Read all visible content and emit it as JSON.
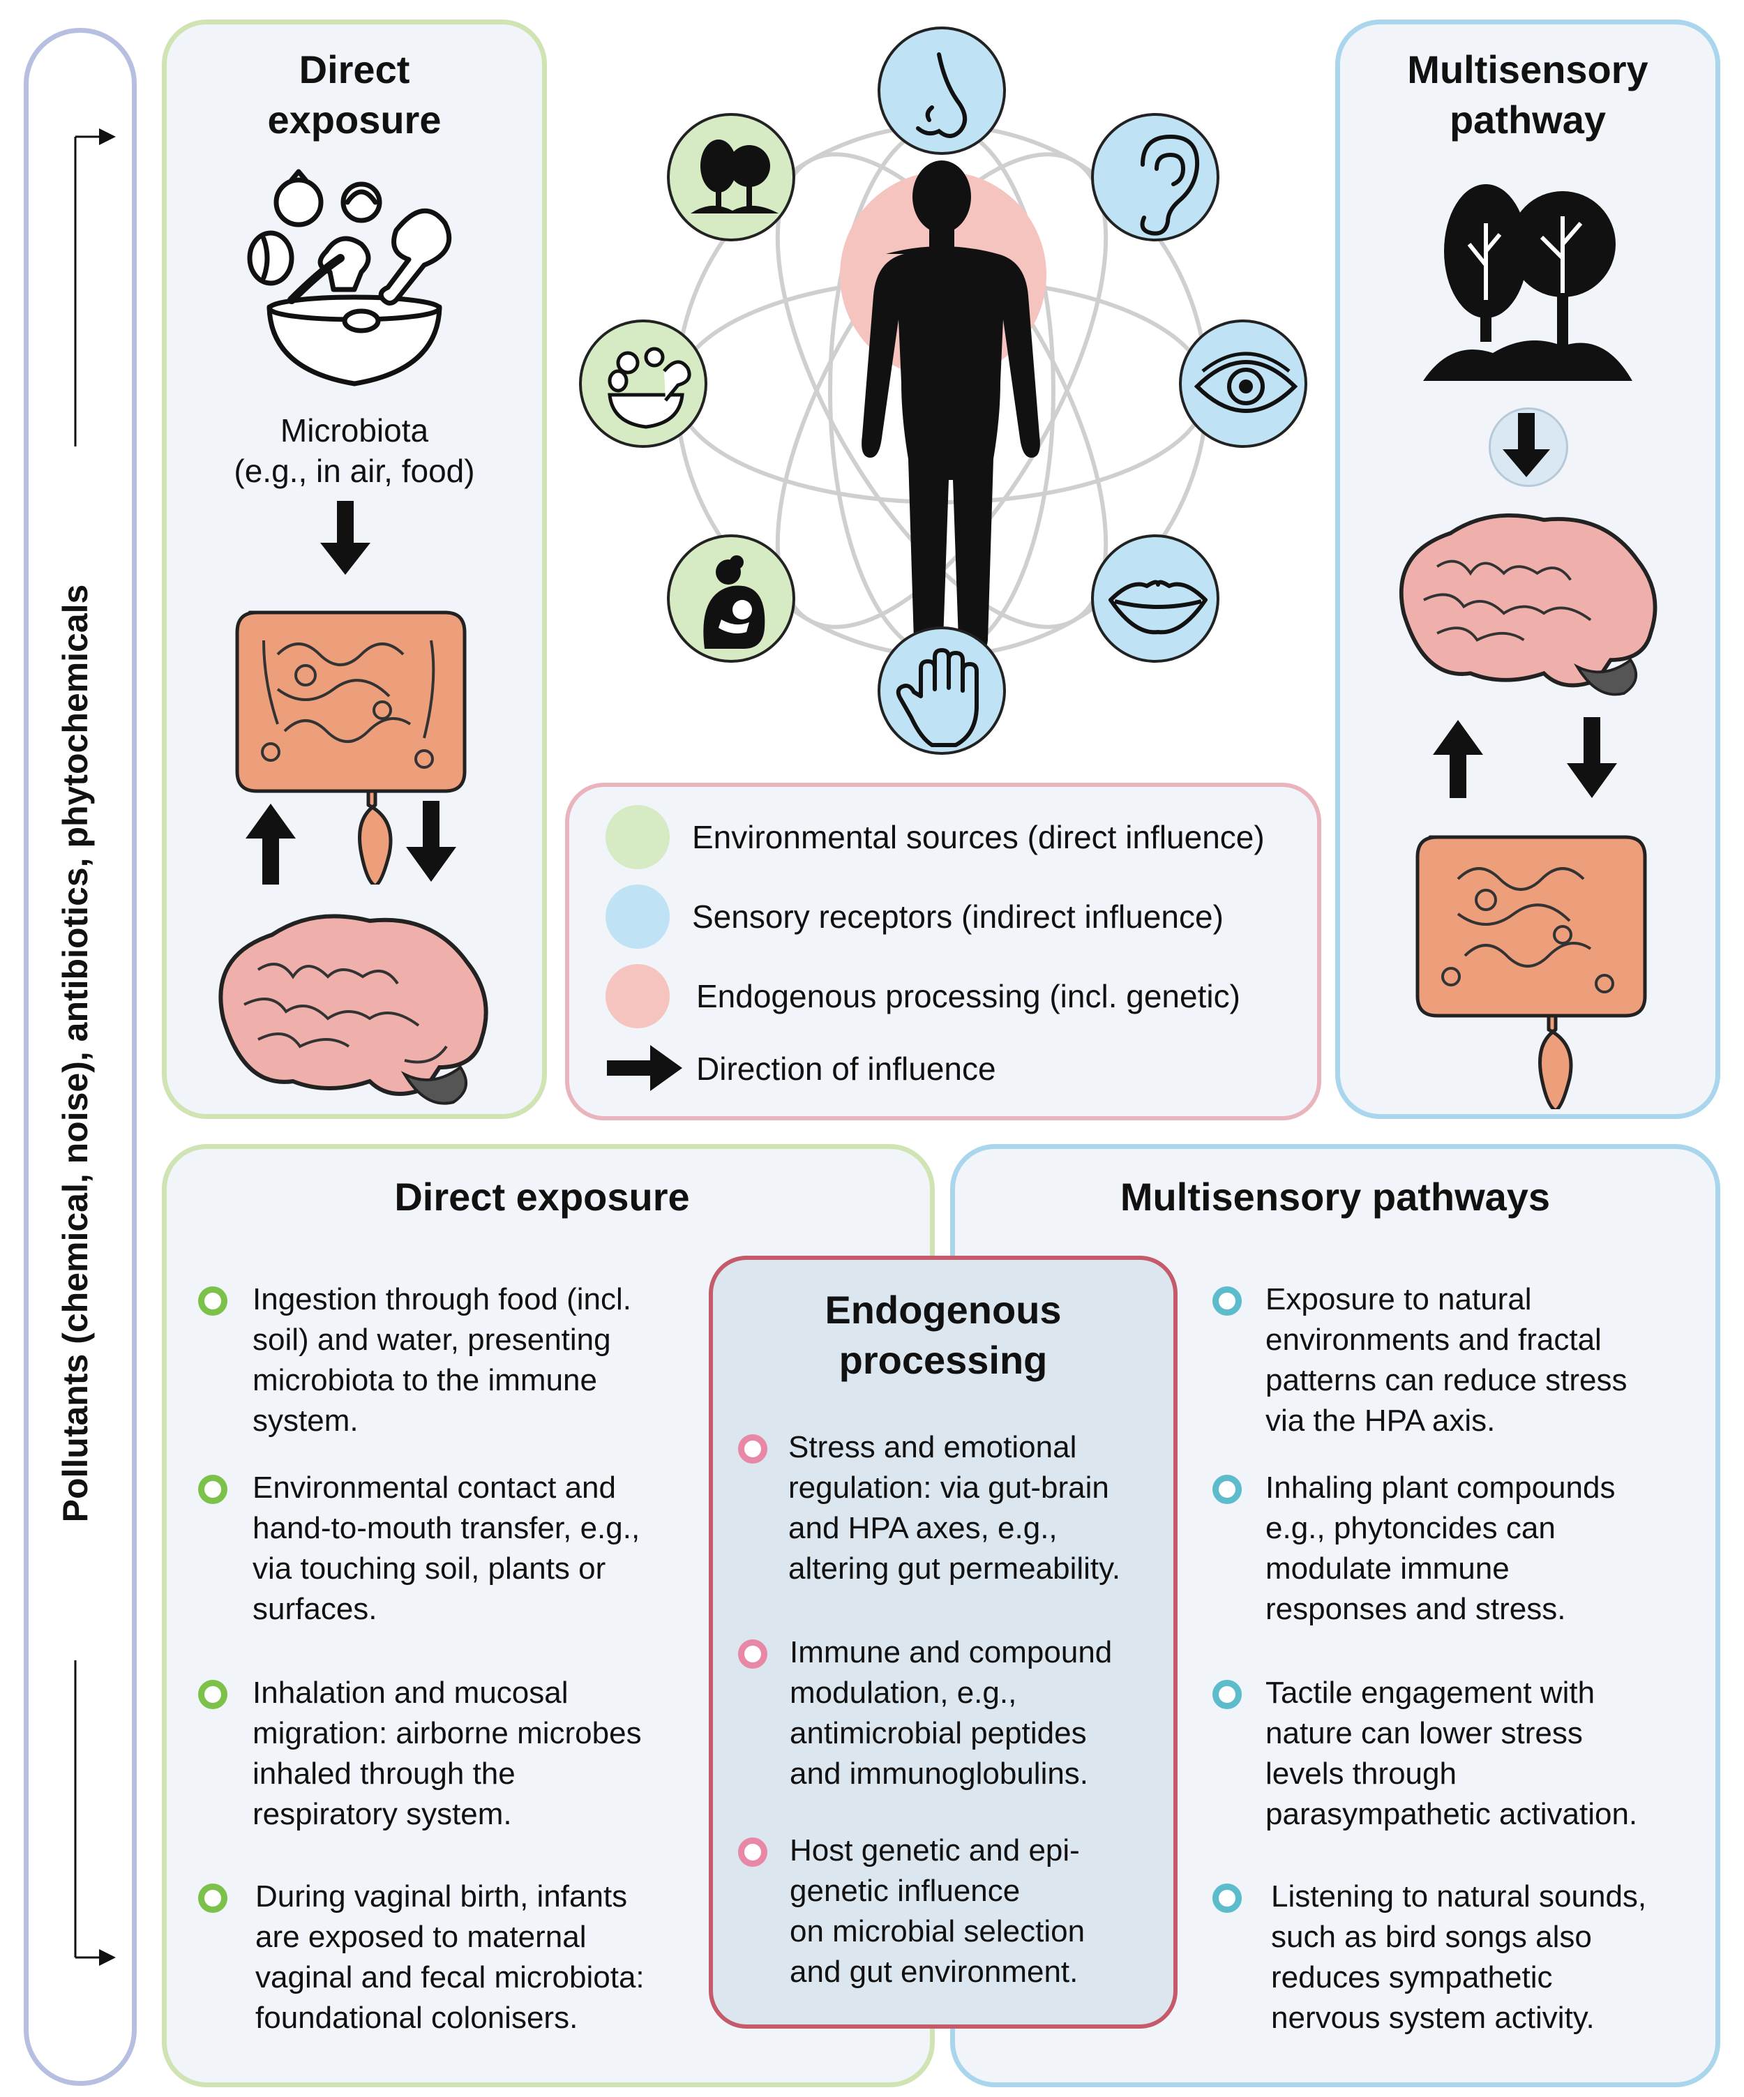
{
  "side_label": "Pollutants (chemical, noise), antibiotics, phytochemicals",
  "top_left": {
    "title": "Direct\nexposure",
    "caption": "Microbiota\n(e.g., in air, food)"
  },
  "top_right": {
    "title": "Multisensory\npathway"
  },
  "legend": {
    "items": [
      {
        "label": "Environmental sources (direct influence)",
        "color": "#d6ebc4"
      },
      {
        "label": "Sensory receptors (indirect influence)",
        "color": "#bfe2f4"
      },
      {
        "label": "Endogenous processing (incl. genetic)",
        "color": "#f5c4bf"
      },
      {
        "label": "Direction of influence"
      }
    ]
  },
  "icons": {
    "environmental_sources": [
      "trees-icon",
      "food-bowl-icon",
      "mother-infant-icon"
    ],
    "sensory_receptors": [
      "nose-icon",
      "ear-icon",
      "eye-icon",
      "lips-icon",
      "hand-icon"
    ]
  },
  "bottom_left": {
    "title": "Direct exposure",
    "items": [
      "Ingestion through food (incl.\nsoil) and water, presenting\nmicrobiota to the immune\nsystem.",
      "Environmental contact and\nhand-to-mouth transfer, e.g.,\nvia touching soil, plants or\nsurfaces.",
      "Inhalation and mucosal\nmigration: airborne microbes\ninhaled through the\nrespiratory system.",
      "During vaginal birth, infants\nare exposed to maternal\nvaginal and fecal microbiota:\nfoundational colonisers."
    ]
  },
  "center": {
    "title": "Endogenous\nprocessing",
    "items": [
      "Stress and emotional\nregulation: via gut-brain\nand HPA axes, e.g.,\naltering gut permeability.",
      "Immune and compound\nmodulation, e.g.,\nantimicrobial peptides\nand immunoglobulins.",
      "Host genetic and epi-\ngenetic influence\non microbial selection\nand gut environment."
    ]
  },
  "bottom_right": {
    "title": "Multisensory pathways",
    "items": [
      "Exposure to natural\nenvironments and fractal\npatterns can reduce stress\nvia the HPA axis.",
      "Inhaling plant compounds\ne.g., phytoncides can\nmodulate immune\nresponses and stress.",
      "Tactile engagement with\nnature can lower stress\nlevels through\nparasympathetic activation.",
      "Listening to natural sounds,\nsuch as bird songs also\nreduces sympathetic\nnervous system activity."
    ]
  },
  "colors": {
    "green_border": "#cfe3b3",
    "blue_border": "#a9d6ec",
    "pink_border": "#e9b4bc",
    "center_border": "#c45a6a",
    "side_border": "#b6bfe0",
    "gut": "#ec9f7a",
    "brain": "#efb0ac"
  }
}
